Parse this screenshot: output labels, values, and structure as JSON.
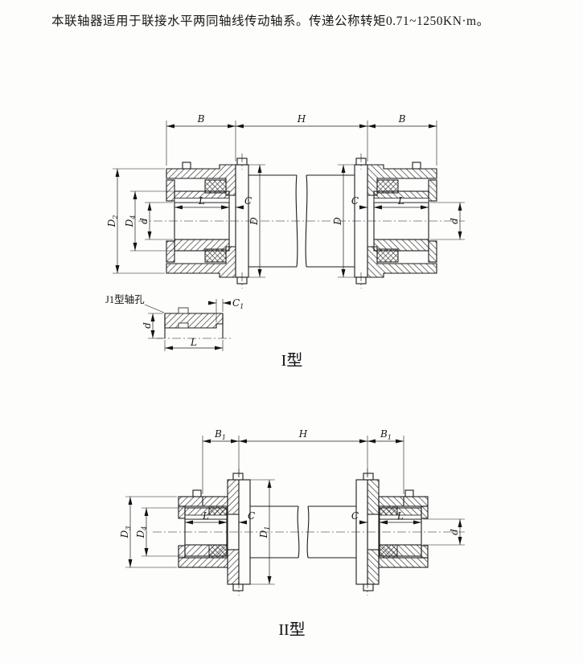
{
  "header": {
    "text": "本联轴器适用于联接水平两同轴线传动轴系。传递公称转矩0.71~1250KN·m。"
  },
  "figure1": {
    "caption": "I型",
    "detail": {
      "label": "J1型轴孔",
      "dim_c1": {
        "base": "C",
        "sub": "1"
      },
      "dim_l": "L",
      "dim_d": "d"
    },
    "dims": {
      "b_left": "B",
      "h": "H",
      "b_right": "B",
      "d2": {
        "base": "D",
        "sub": "2"
      },
      "d4": {
        "base": "D",
        "sub": "4"
      },
      "d_small_left": "d",
      "l_left": "L",
      "c_left": "C",
      "d_flange_left": "D",
      "d_flange_right": "D",
      "c_right": "C",
      "l_right": "L",
      "d_small_right": "d"
    }
  },
  "figure2": {
    "caption": "II型",
    "dims": {
      "b1_left": {
        "base": "B",
        "sub": "1"
      },
      "h": "H",
      "b1_right": {
        "base": "B",
        "sub": "1"
      },
      "d3": {
        "base": "D",
        "sub": "3"
      },
      "d4": {
        "base": "D",
        "sub": "4"
      },
      "l_left": "L",
      "c_left": "C",
      "d1_flange": {
        "base": "D",
        "sub": "1"
      },
      "c_right": "C",
      "l_right": "L",
      "d_small_right": "d"
    }
  }
}
